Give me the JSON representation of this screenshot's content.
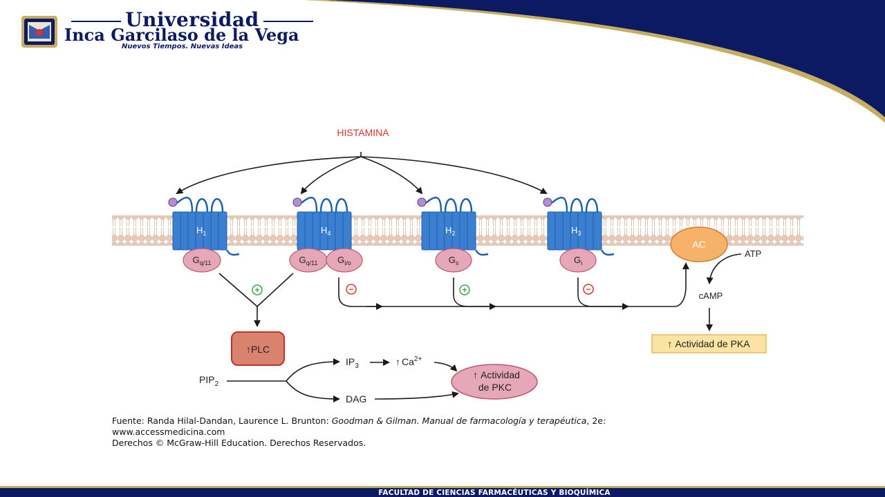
{
  "header": {
    "university_line1": "Universidad",
    "university_line2": "Inca Garcilaso de la Vega",
    "tagline": "Nuevos Tiempos. Nuevas Ideas"
  },
  "diagram": {
    "title": "HISTAMINA",
    "receptors": [
      {
        "label": "H",
        "sub": "1",
        "proteins": [
          {
            "label": "G",
            "sub": "q/11"
          }
        ],
        "effect": "+"
      },
      {
        "label": "H",
        "sub": "4",
        "proteins": [
          {
            "label": "G",
            "sub": "q/11"
          },
          {
            "label": "G",
            "sub": "i/o"
          }
        ],
        "effect": "−"
      },
      {
        "label": "H",
        "sub": "2",
        "proteins": [
          {
            "label": "G",
            "sub": "s"
          }
        ],
        "effect": "+"
      },
      {
        "label": "H",
        "sub": "3",
        "proteins": [
          {
            "label": "G",
            "sub": "i"
          }
        ],
        "effect": "−"
      }
    ],
    "ac_label": "AC",
    "atp_label": "ATP",
    "camp_label": "cAMP",
    "pka_label": "Actividad de PKA",
    "plc_label": "PLC",
    "pip2_label": "PIP",
    "pip2_sub": "2",
    "ip3_label": "IP",
    "ip3_sub": "3",
    "ca_label": "Ca",
    "ca_sup": "2+",
    "dag_label": "DAG",
    "pkc_line1": "Actividad",
    "pkc_line2": "de PKC",
    "up_arrow": "↑"
  },
  "caption": {
    "line1_prefix": "Fuente: Randa Hilal-Dandan, Laurence L. Brunton: ",
    "line1_italic": "Goodman & Gilman. Manual de farmacología y terapéutica",
    "line1_suffix": ", 2e:",
    "line2": "www.accessmedicina.com",
    "line3": "Derechos © McGraw-Hill Education. Derechos Reservados."
  },
  "footer": {
    "text": "FACULTAD DE CIENCIAS FARMACÉUTICAS Y BIOQUÍMICA"
  },
  "colors": {
    "navy": "#0b1a63",
    "gold": "#c7ae5f",
    "receptor_blue": "#3a7fd0",
    "gprotein_pink": "#e6a7b8",
    "ac_orange": "#f7b26a",
    "plc_red": "#d9826d",
    "pka_yellow": "#fbe3a4",
    "histamina_red": "#d8332f"
  }
}
